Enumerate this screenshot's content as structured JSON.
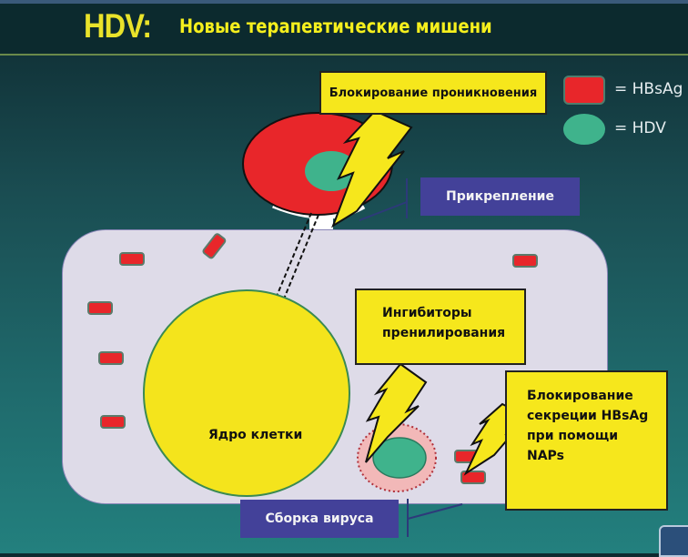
{
  "header": {
    "title_prefix": "HDV:",
    "title_main": "Новые терапевтические мишени"
  },
  "legend": {
    "items": [
      {
        "shape": "rounded-rect",
        "color": "#e8262a",
        "label": "= HBsAg"
      },
      {
        "shape": "ellipse",
        "color": "#3fb38c",
        "label": "= HDV"
      }
    ]
  },
  "callouts": {
    "entry_block": "Блокирование проникновения",
    "attachment": "Прикрепление",
    "prenylation_line1": "Ингибиторы",
    "prenylation_line2": "пренилирования",
    "secretion_line1": "Блокирование",
    "secretion_line2": "секреции HBsAg",
    "secretion_line3": "при помощи",
    "secretion_line4": "NAPs",
    "assembly": "Сборка вируса"
  },
  "diagram": {
    "nucleus_label": "Ядро клетки",
    "colors": {
      "hbsag": "#e8262a",
      "hdv": "#3fb38c",
      "nucleus": "#f4e41c",
      "cell": "#dedbe8",
      "callout_yellow": "#f6e71c",
      "callout_blue": "#434199",
      "lightning": "#f6e71c"
    }
  }
}
